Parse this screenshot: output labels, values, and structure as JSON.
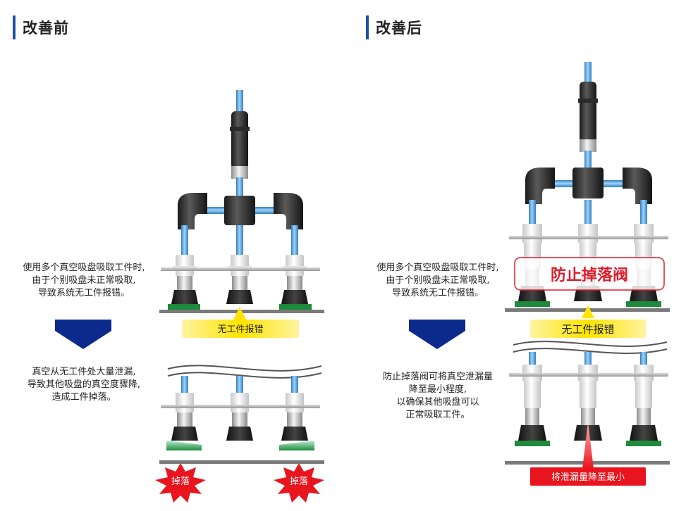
{
  "before": {
    "title": "改善前",
    "desc1": [
      "使用多个真空吸盘吸取工件时,",
      "由于个别吸盘未正常吸取,",
      "导致系统无工件报错。"
    ],
    "desc2": [
      "真空从无工件处大量泄漏,",
      "导致其他吸盘的真空度骤降,",
      "造成工件掉落。"
    ],
    "alarm": "无工件报错",
    "drop": "掉落"
  },
  "after": {
    "title": "改善后",
    "desc1": [
      "使用多个真空吸盘吸取工件时,",
      "由于个别吸盘未正常吸取,",
      "导致系统无工件报错。"
    ],
    "desc2": [
      "防止掉落阀可将真空泄漏量",
      "降至最小程度,",
      "以确保其他吸盘可以",
      "正常吸取工件。"
    ],
    "valve": "防止掉落阀",
    "alarm": "无工件报错",
    "leak": "将泄漏量降至最小"
  },
  "colors": {
    "accent": "#1f4f9c",
    "arrow": "#0b2a8c",
    "tube": "#5aa9e6",
    "alarm_bg": "#ffe400",
    "drop_red": "#e8141e",
    "workpiece": "#1f8a3c",
    "valve_red": "#e01b2a"
  }
}
